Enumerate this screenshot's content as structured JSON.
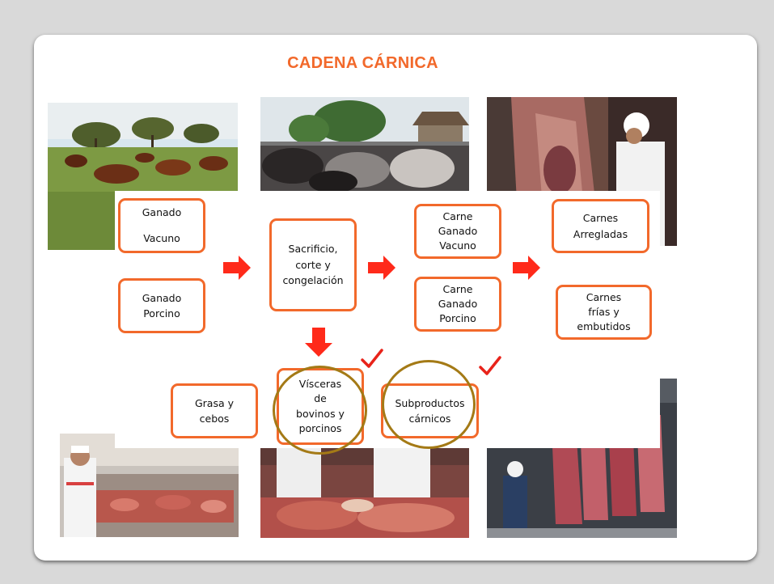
{
  "title": "CADENA  CÁRNICA",
  "nodes": {
    "ganado_vacuno": "Ganado\n\nVacuno",
    "ganado_porcino": "Ganado\nPorcino",
    "sacrificio": "Sacrificio,\ncorte y\ncongelación",
    "carne_vacuno": "Carne\nGanado\nVacuno",
    "carne_porcino": "Carne\nGanado\nPorcino",
    "carnes_arregladas": "Carnes\nArregladas",
    "carnes_frias": "Carnes\nfrías y\nembutidos",
    "grasa": "Grasa y\ncebos",
    "visceras": "Vísceras\nde\nbovinos y\nporcinos",
    "subproductos": "Subproductos\ncárnicos"
  },
  "colors": {
    "accent": "#f2692b",
    "arrow": "#ff2a1a",
    "circle": "#a47a16",
    "check": "#e8231a"
  },
  "icons": [
    "arrow-right-icon",
    "arrow-down-icon",
    "checkmark-icon"
  ]
}
